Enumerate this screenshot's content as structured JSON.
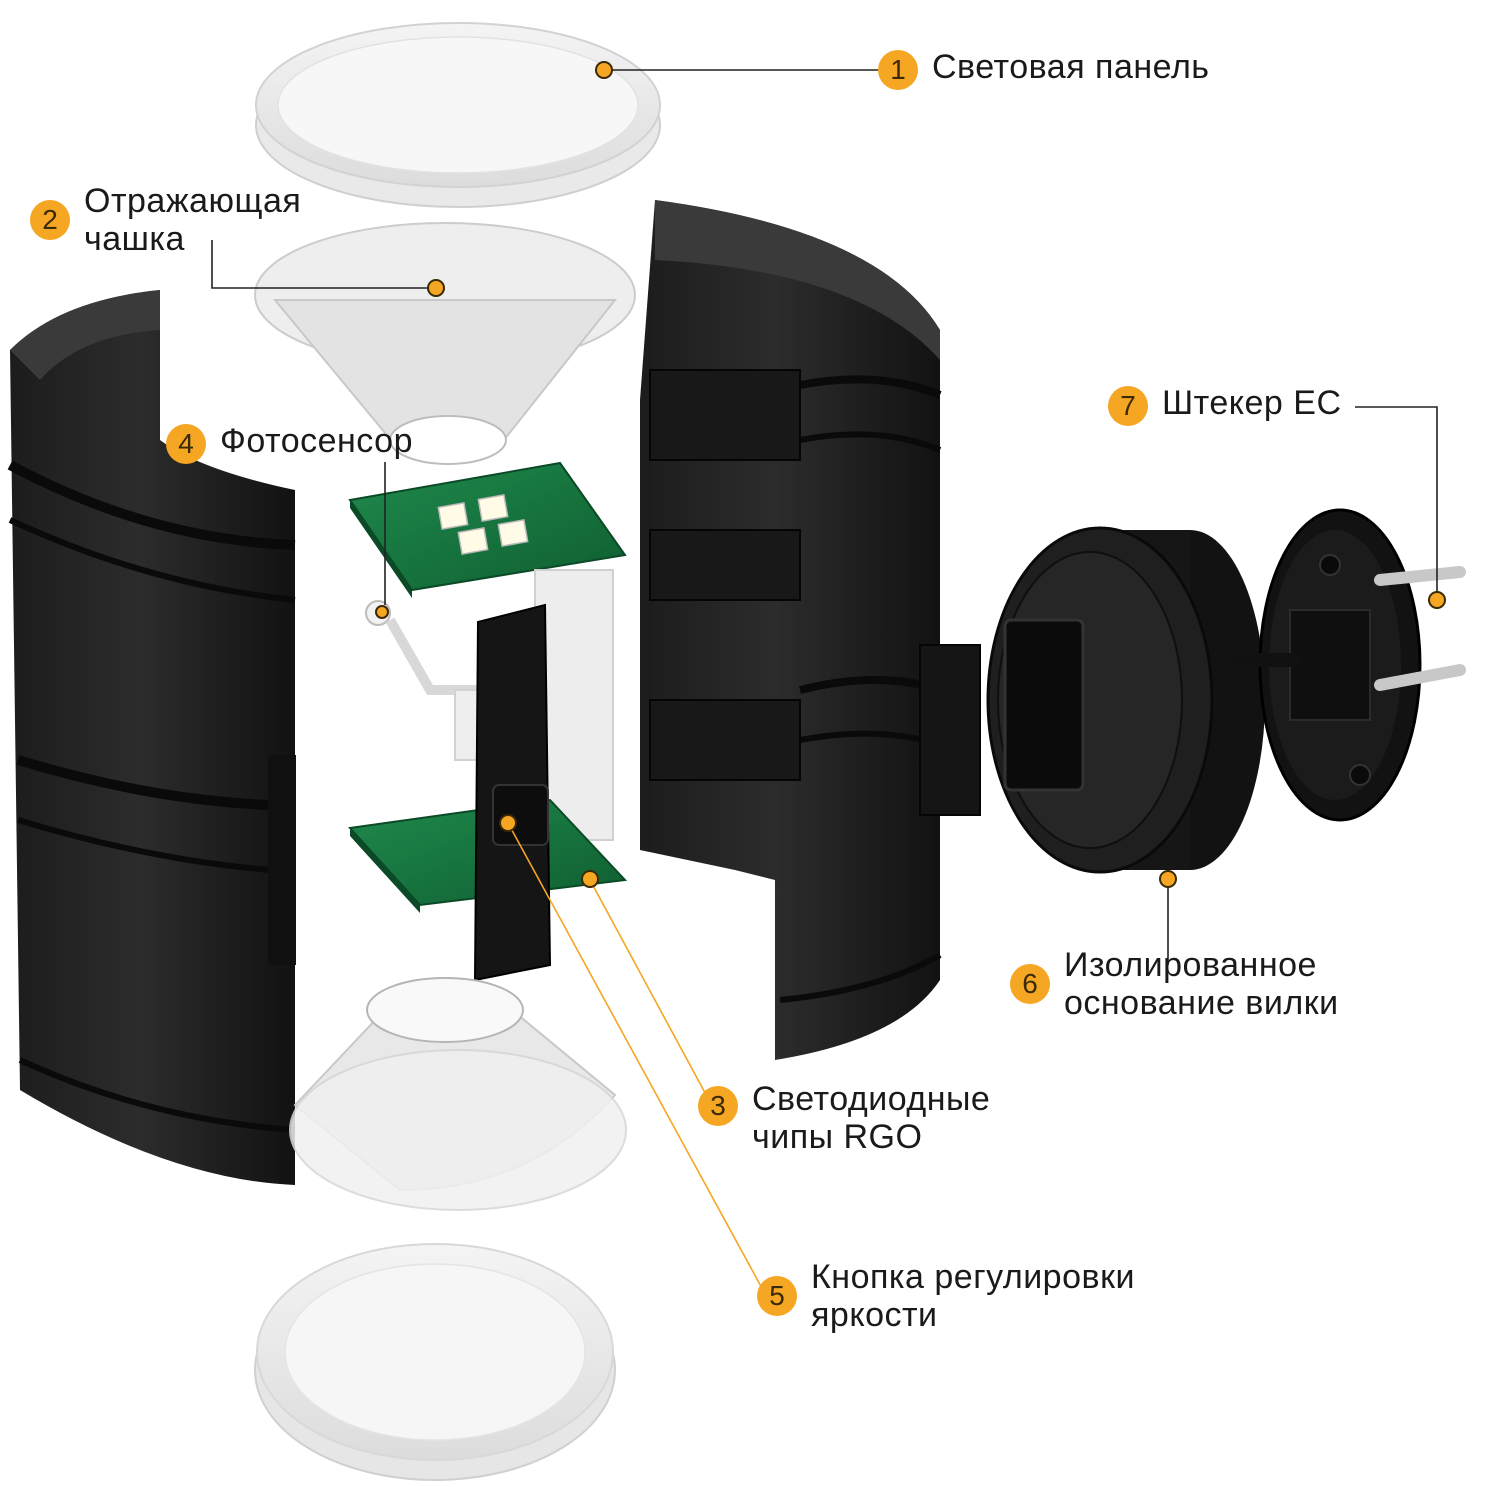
{
  "accent": "#F5A623",
  "callouts": [
    {
      "id": "1",
      "number": "1",
      "lines": [
        "Световая панель"
      ]
    },
    {
      "id": "2",
      "number": "2",
      "lines": [
        "Отражающая",
        "чашка"
      ]
    },
    {
      "id": "3",
      "number": "3",
      "lines": [
        "Светодиодные",
        "чипы RGO"
      ]
    },
    {
      "id": "4",
      "number": "4",
      "lines": [
        "Фотосенсор"
      ]
    },
    {
      "id": "5",
      "number": "5",
      "lines": [
        "Кнопка регулировки",
        "яркости"
      ]
    },
    {
      "id": "6",
      "number": "6",
      "lines": [
        "Изолированное",
        "основание вилки"
      ]
    },
    {
      "id": "7",
      "number": "7",
      "lines": [
        "Штекер ЕС"
      ]
    }
  ]
}
